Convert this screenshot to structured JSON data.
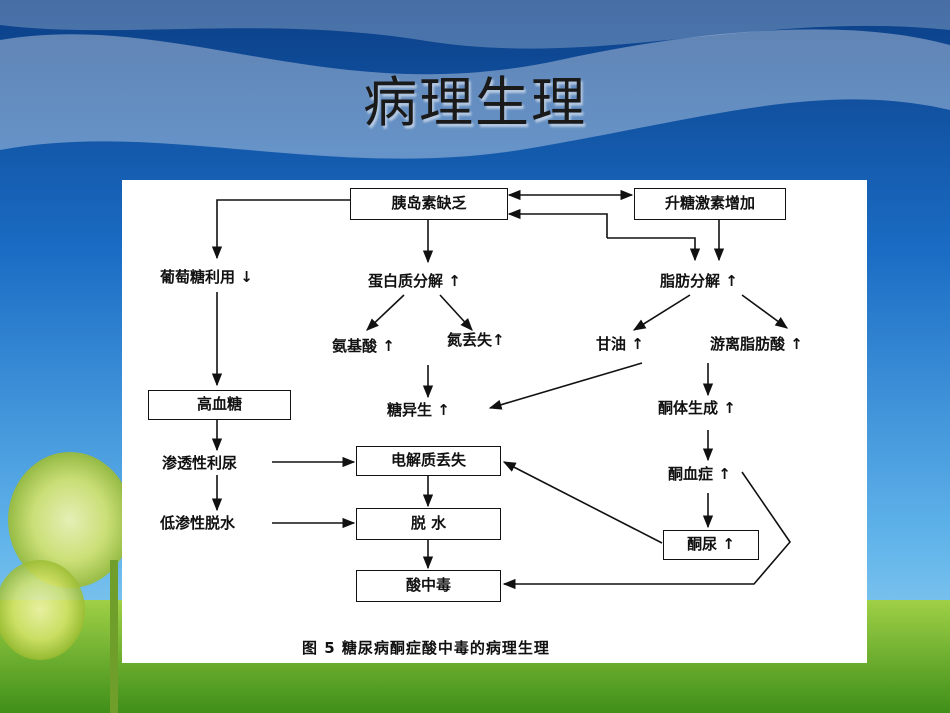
{
  "slide": {
    "title": "病理生理"
  },
  "diagram": {
    "caption": "图 5    糖尿病酮症酸中毒的病理生理",
    "nodes": {
      "insulin_deficiency": "胰岛素缺乏",
      "counter_hormones": "升糖激素增加",
      "glucose_utilization": "葡萄糖利用 ↓",
      "protein_breakdown": "蛋白质分解 ↑",
      "lipolysis": "脂肪分解 ↑",
      "amino_acids": "氨基酸 ↑",
      "nitrogen_loss": "氮丢失↑",
      "glycerol": "甘油 ↑",
      "free_fatty_acids": "游离脂肪酸 ↑",
      "hyperglycemia": "高血糖",
      "gluconeogenesis": "糖异生 ↑",
      "ketogenesis": "酮体生成 ↑",
      "osmotic_diuresis": "渗透性利尿",
      "electrolyte_loss": "电解质丢失",
      "ketonemia": "酮血症 ↑",
      "hypotonic_dehydration": "低渗性脱水",
      "dehydration": "脱  水",
      "ketonuria": "酮尿 ↑",
      "acidosis": "酸中毒"
    }
  }
}
